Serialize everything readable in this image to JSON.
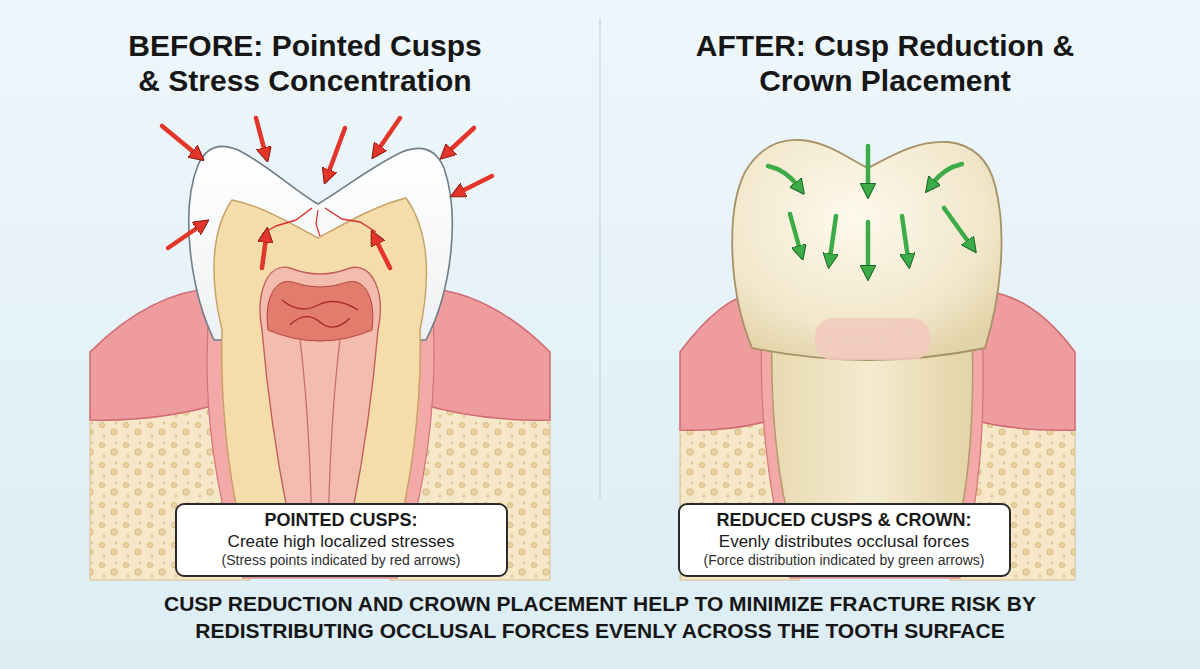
{
  "diagram": {
    "caption": "CUSP REDUCTION AND CROWN PLACEMENT HELP TO MINIMIZE FRACTURE RISK BY REDISTRIBUTING OCCLUSAL FORCES EVENLY ACROSS THE TOOTH SURFACE",
    "nodes": [
      {
        "text": [
          "POINTED CUSPS:",
          "Create high localized stresses",
          "(Stress points indicated by red arrows)"
        ]
      },
      {
        "text": [
          "REDUCED CUSPS & CROWN:",
          "Evenly distributes occlusal forces",
          "(Force distribution indicated by green arrows)"
        ]
      }
    ],
    "labels": [
      "BEFORE: Pointed Cusps & Stress Concentration",
      "AFTER: Cusp Reduction & Crown Placement"
    ]
  }
}
